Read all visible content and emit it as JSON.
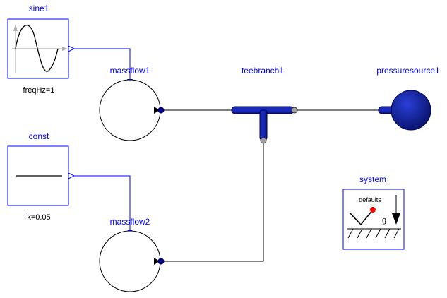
{
  "components": {
    "sine1": {
      "name": "sine1",
      "param": "freqHz=1"
    },
    "const": {
      "name": "const",
      "param": "k=0.05"
    },
    "massflow1": {
      "name": "massflow1"
    },
    "massflow2": {
      "name": "massflow2"
    },
    "teebranch1": {
      "name": "teebranch1"
    },
    "pressuresource1": {
      "name": "pressuresource1"
    },
    "system": {
      "name": "system",
      "defaults_label": "defaults",
      "gravity_label": "g"
    }
  },
  "colors": {
    "label": "#0000ff",
    "block_border": "#0000ff",
    "pipe": "#00008b",
    "pipe_dark": "#000050",
    "signal": "#0000ff",
    "connector_red": "#ff0000"
  }
}
